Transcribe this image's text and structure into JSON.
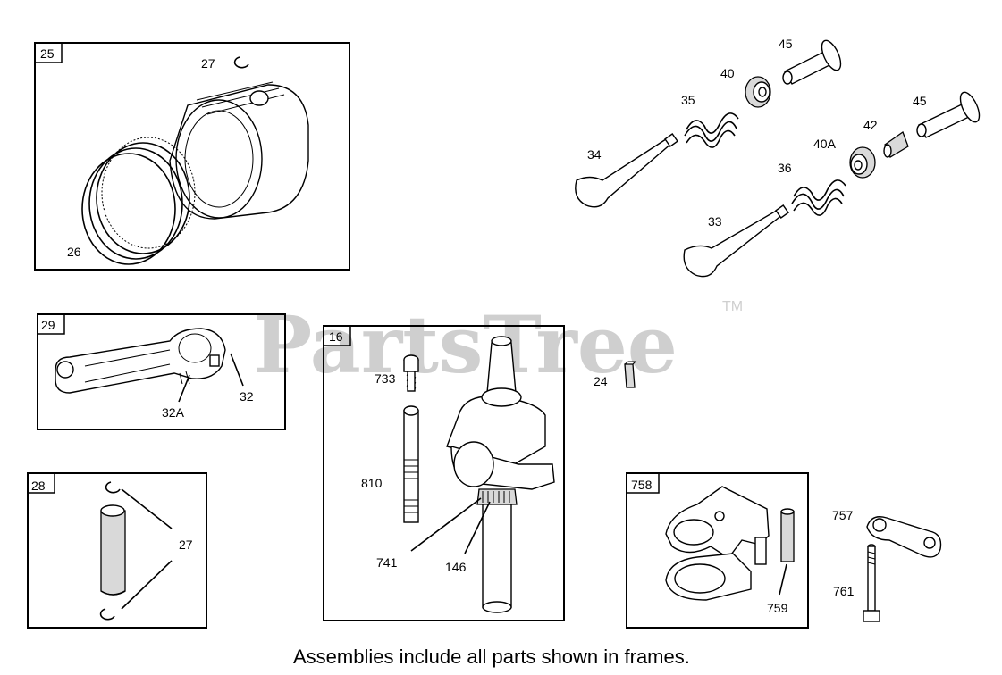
{
  "watermark": {
    "text": "PartsTree",
    "tm": "TM"
  },
  "caption": "Assemblies include all parts shown in frames.",
  "frames": {
    "f25": "25",
    "f29": "29",
    "f28": "28",
    "f16": "16",
    "f758": "758"
  },
  "labels": {
    "l27a": "27",
    "l26": "26",
    "l32": "32",
    "l32a": "32A",
    "l27b": "27",
    "l733": "733",
    "l810": "810",
    "l741": "741",
    "l146": "146",
    "l24": "24",
    "l45a": "45",
    "l40": "40",
    "l35": "35",
    "l34": "34",
    "l45b": "45",
    "l42": "42",
    "l40a": "40A",
    "l36": "36",
    "l33": "33",
    "l757": "757",
    "l761": "761",
    "l759": "759"
  }
}
